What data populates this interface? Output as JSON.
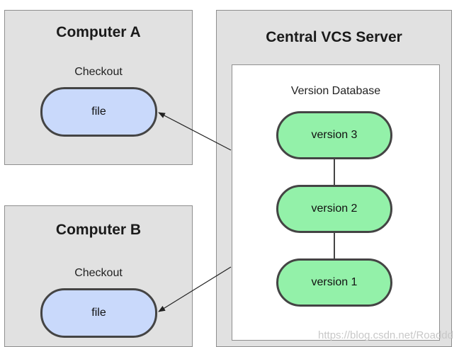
{
  "computer_a": {
    "title": "Computer A",
    "checkout_label": "Checkout",
    "file_label": "file"
  },
  "computer_b": {
    "title": "Computer B",
    "checkout_label": "Checkout",
    "file_label": "file"
  },
  "server": {
    "title": "Central VCS Server",
    "database_label": "Version Database",
    "versions": [
      "version 3",
      "version 2",
      "version 1"
    ]
  },
  "watermark": "https://blog.csdn.net/Roaddd",
  "colors": {
    "box_fill": "#e1e1e1",
    "file_fill": "#c9d9fb",
    "version_fill": "#93f1a9",
    "border": "#444444"
  }
}
